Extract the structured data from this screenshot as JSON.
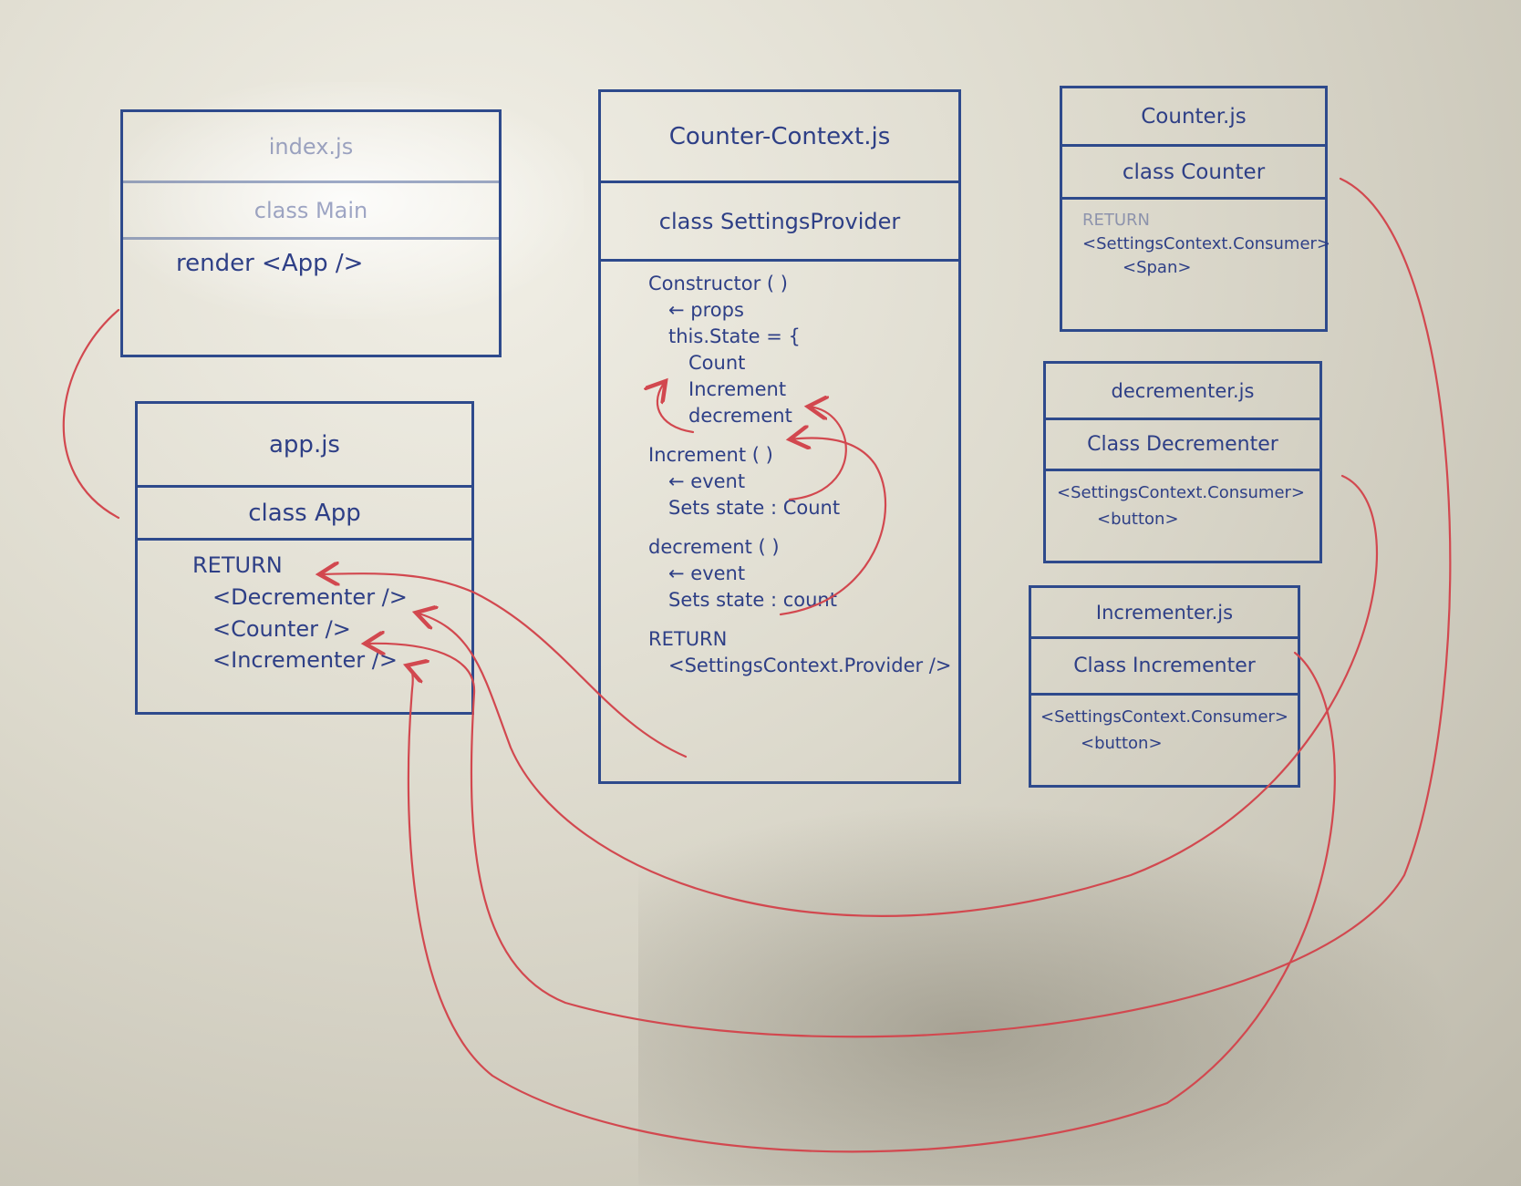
{
  "boxes": {
    "index": {
      "title": "index.js",
      "class": "class Main",
      "lines": [
        "render <App />"
      ]
    },
    "app": {
      "title": "app.js",
      "class": "class App",
      "lines": [
        "RETURN",
        "<Decrementer />",
        "<Counter />",
        "<Incrementer />"
      ]
    },
    "context": {
      "title": "Counter-Context.js",
      "class": "class SettingsProvider",
      "lines": [
        "Constructor ( )",
        "← props",
        "this.State = {",
        "Count",
        "Increment",
        "decrement",
        "Increment ( )",
        "← event",
        "Sets state : Count",
        "decrement ( )",
        "← event",
        "Sets state : count",
        "RETURN",
        "<SettingsContext.Provider />"
      ]
    },
    "counter": {
      "title": "Counter.js",
      "class": "class Counter",
      "lines": [
        "RETURN",
        "<SettingsContext.Consumer>",
        "<Span>"
      ]
    },
    "decrementer": {
      "title": "decrementer.js",
      "class": "Class Decrementer",
      "lines": [
        "<SettingsContext.Consumer>",
        "<button>"
      ]
    },
    "incrementer": {
      "title": "Incrementer.js",
      "class": "Class Incrementer",
      "lines": [
        "<SettingsContext.Consumer>",
        "<button>"
      ]
    }
  },
  "colors": {
    "marker_blue": "#2e3f86",
    "marker_red": "#d2484f",
    "board": "#dcd9cc"
  }
}
